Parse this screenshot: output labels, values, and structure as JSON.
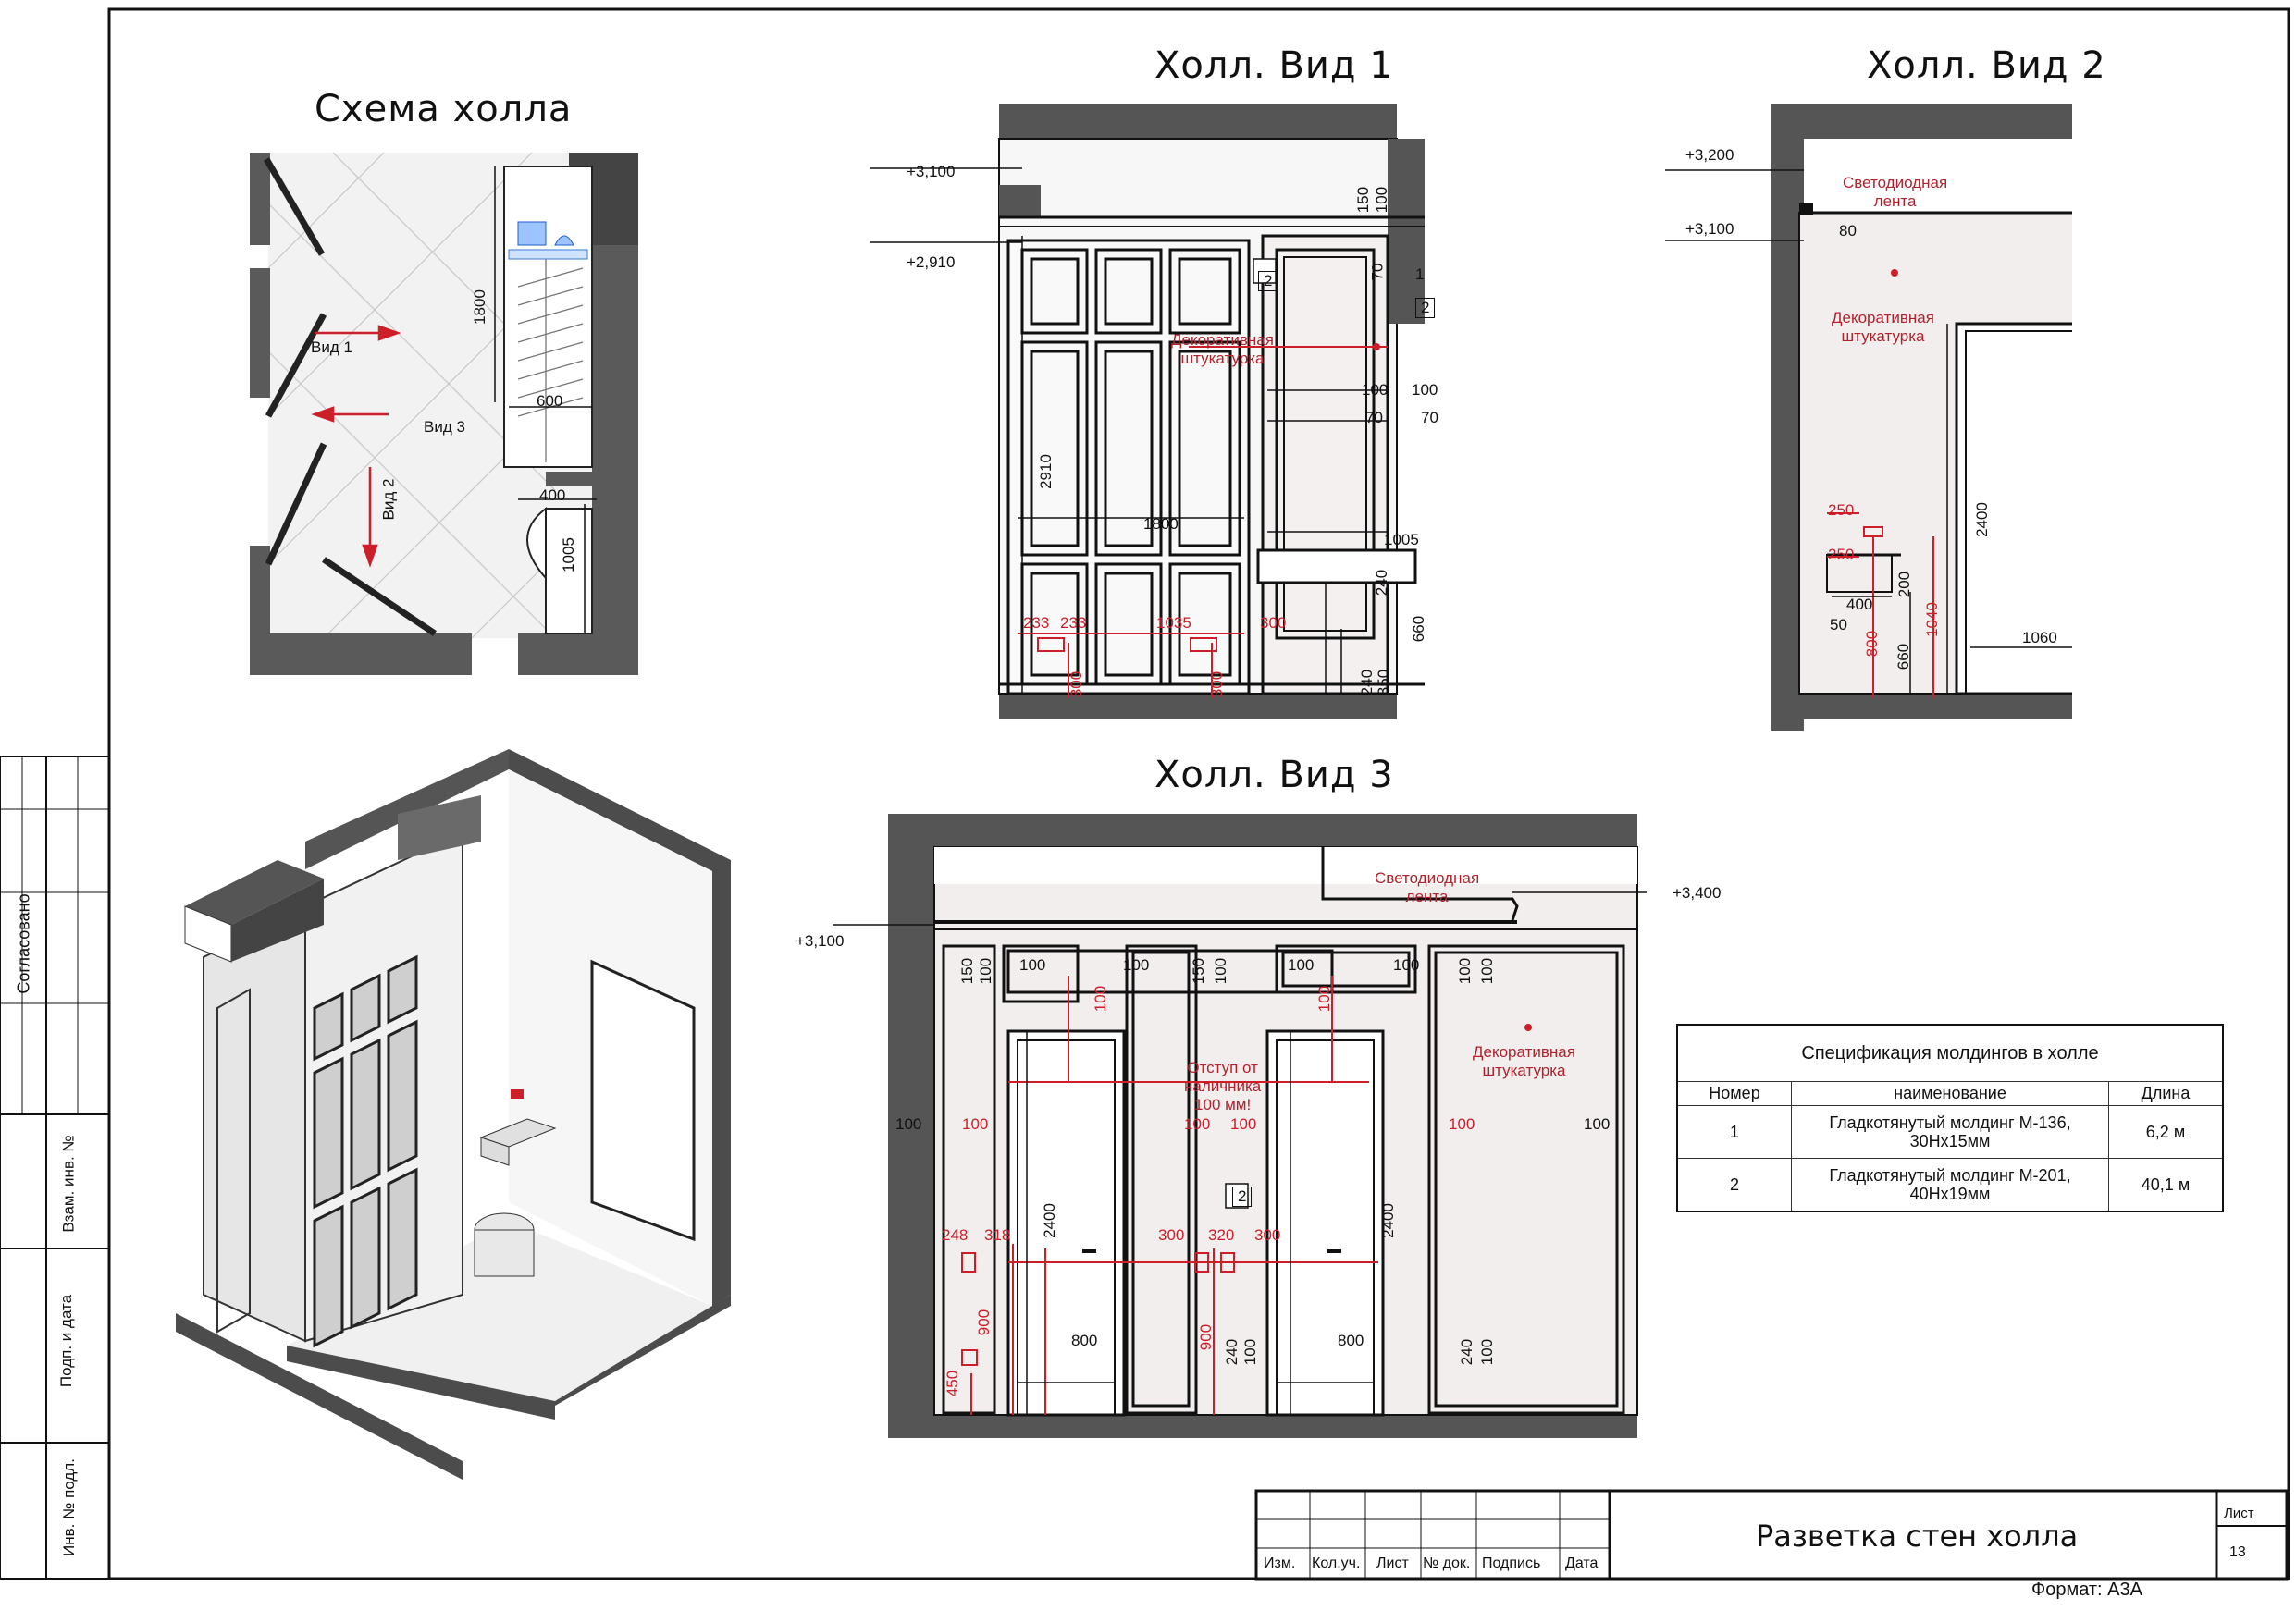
{
  "titles": {
    "scheme": "Схема холла",
    "view1": "Холл. Вид 1",
    "view2": "Холл. Вид 2",
    "view3": "Холл. Вид 3"
  },
  "scheme": {
    "view1": "Вид 1",
    "view2": "Вид 2",
    "view3": "Вид 3",
    "d1800": "1800",
    "d600": "600",
    "d400": "400",
    "d1005": "1005"
  },
  "view1": {
    "lvl_top": "+3,100",
    "lvl_mid": "+2,910",
    "plaster": "Декоративная\nштукатурка",
    "d150": "150",
    "d100a": "100",
    "d70a": "70",
    "d100b": "100",
    "d100c": "100",
    "d70b": "70",
    "d70c": "70",
    "d2910": "2910",
    "d1800": "1800",
    "d1005": "1005",
    "d240a": "240",
    "d660": "660",
    "d240b": "240",
    "d350": "350",
    "d233a": "233",
    "d233b": "233",
    "d1035": "1035",
    "d300a": "300",
    "d300b": "300",
    "d300c": "300",
    "m1": "1",
    "m2": "2",
    "m2b": "2"
  },
  "view2": {
    "lvl_top": "+3,200",
    "lvl_mid": "+3,100",
    "led": "Светодиодная\nлента",
    "d80": "80",
    "plaster": "Декоративная\nштукатурка",
    "d250a": "250",
    "d250b": "250",
    "d400": "400",
    "d200": "200",
    "d50": "50",
    "d800": "800",
    "d660": "660",
    "d1040": "1040",
    "d2400": "2400",
    "d1060": "1060"
  },
  "view3": {
    "lvl_right": "+3,400",
    "lvl_left": "+3,100",
    "led": "Светодиодная\nлента",
    "offset": "Отступ от\nналичника\n100 мм!",
    "plaster": "Декоративная\nштукатурка",
    "d150a": "150",
    "d100a": "100",
    "d100b": "100",
    "d150b": "150",
    "d100c": "100",
    "d100d": "100",
    "d100e": "100",
    "d100f": "100",
    "d100g": "100",
    "d100h": "100",
    "d100i": "100",
    "d100j": "100",
    "d100k": "100",
    "d100l": "100",
    "d100m": "100",
    "d100n": "100",
    "d100o": "100",
    "d2400a": "2400",
    "d2400b": "2400",
    "d248": "248",
    "d318": "318",
    "d300a": "300",
    "d320": "320",
    "d300b": "300",
    "d900a": "900",
    "d900b": "900",
    "d450": "450",
    "d800a": "800",
    "d800b": "800",
    "d240a": "240",
    "d100p": "100",
    "d240b": "240",
    "d100q": "100",
    "m2": "2"
  },
  "spec": {
    "title": "Спецификация молдингов в холле",
    "headers": [
      "Номер",
      "наименование",
      "Длина"
    ],
    "rows": [
      {
        "num": "1",
        "name": "Гладкотянутый молдинг М-136,\n30Нх15мм",
        "len": "6,2 м"
      },
      {
        "num": "2",
        "name": "Гладкотянутый молдинг М-201,\n40Нх19мм",
        "len": "40,1 м"
      }
    ]
  },
  "side": {
    "agreed": "Согласовано",
    "inv_replace": "Взам. инв. №",
    "sign_date": "Подп. и дата",
    "inv_orig": "Инв. № подл."
  },
  "stamp": {
    "cols": [
      "Изм.",
      "Кол.уч.",
      "Лист",
      "№ док.",
      "Подпись",
      "Дата"
    ],
    "title": "Разветка стен холла",
    "sheet_label": "Лист",
    "sheet_num": "13",
    "format": "Формат: А3А"
  }
}
